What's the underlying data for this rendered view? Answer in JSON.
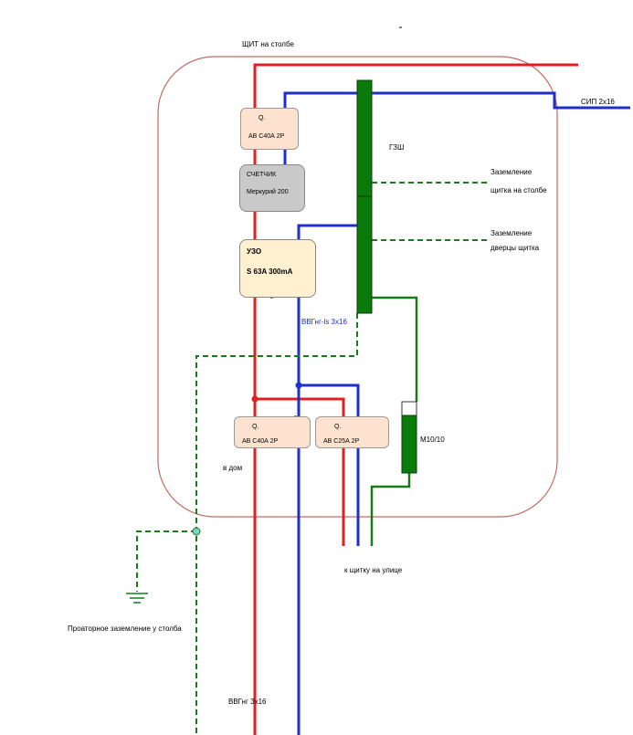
{
  "title": "ЩИТ на столбе",
  "labels": {
    "sip": "СИП 2х16",
    "gzsh": "ГЗШ",
    "ground_panel_line1": "Заземление",
    "ground_panel_line2": "щитка на столбе",
    "ground_door_line1": "Заземление",
    "ground_door_line2": "дверцы щитка",
    "cable_vvgng_ls": "ВВГнг-ls 3х16",
    "m10": "M10/10",
    "to_house": "в дом",
    "to_outdoor": "к щитку на улице",
    "repeat_ground": "Проаторное заземление у столба",
    "cable_vvgng": "ВВГнг 3х16"
  },
  "devices": {
    "breaker_main": {
      "symbol": "Q.",
      "label": "АВ С40А 2Р"
    },
    "meter": {
      "line1": "СЧЕТЧИК",
      "line2": "Меркурий 200"
    },
    "rcd": {
      "line1": "УЗО",
      "line2": "S 63A 300mA"
    },
    "breaker_house": {
      "symbol": "Q.",
      "label": "АВ С40А 2Р"
    },
    "breaker_outdoor": {
      "symbol": "Q.",
      "label": "АВ С25А 2Р"
    }
  },
  "colors": {
    "phase": "#e02020",
    "neutral": "#1d2fd0",
    "ground": "#1a7a1a",
    "busbar": "#0a7a0a",
    "enclosure": "#c46a60"
  }
}
